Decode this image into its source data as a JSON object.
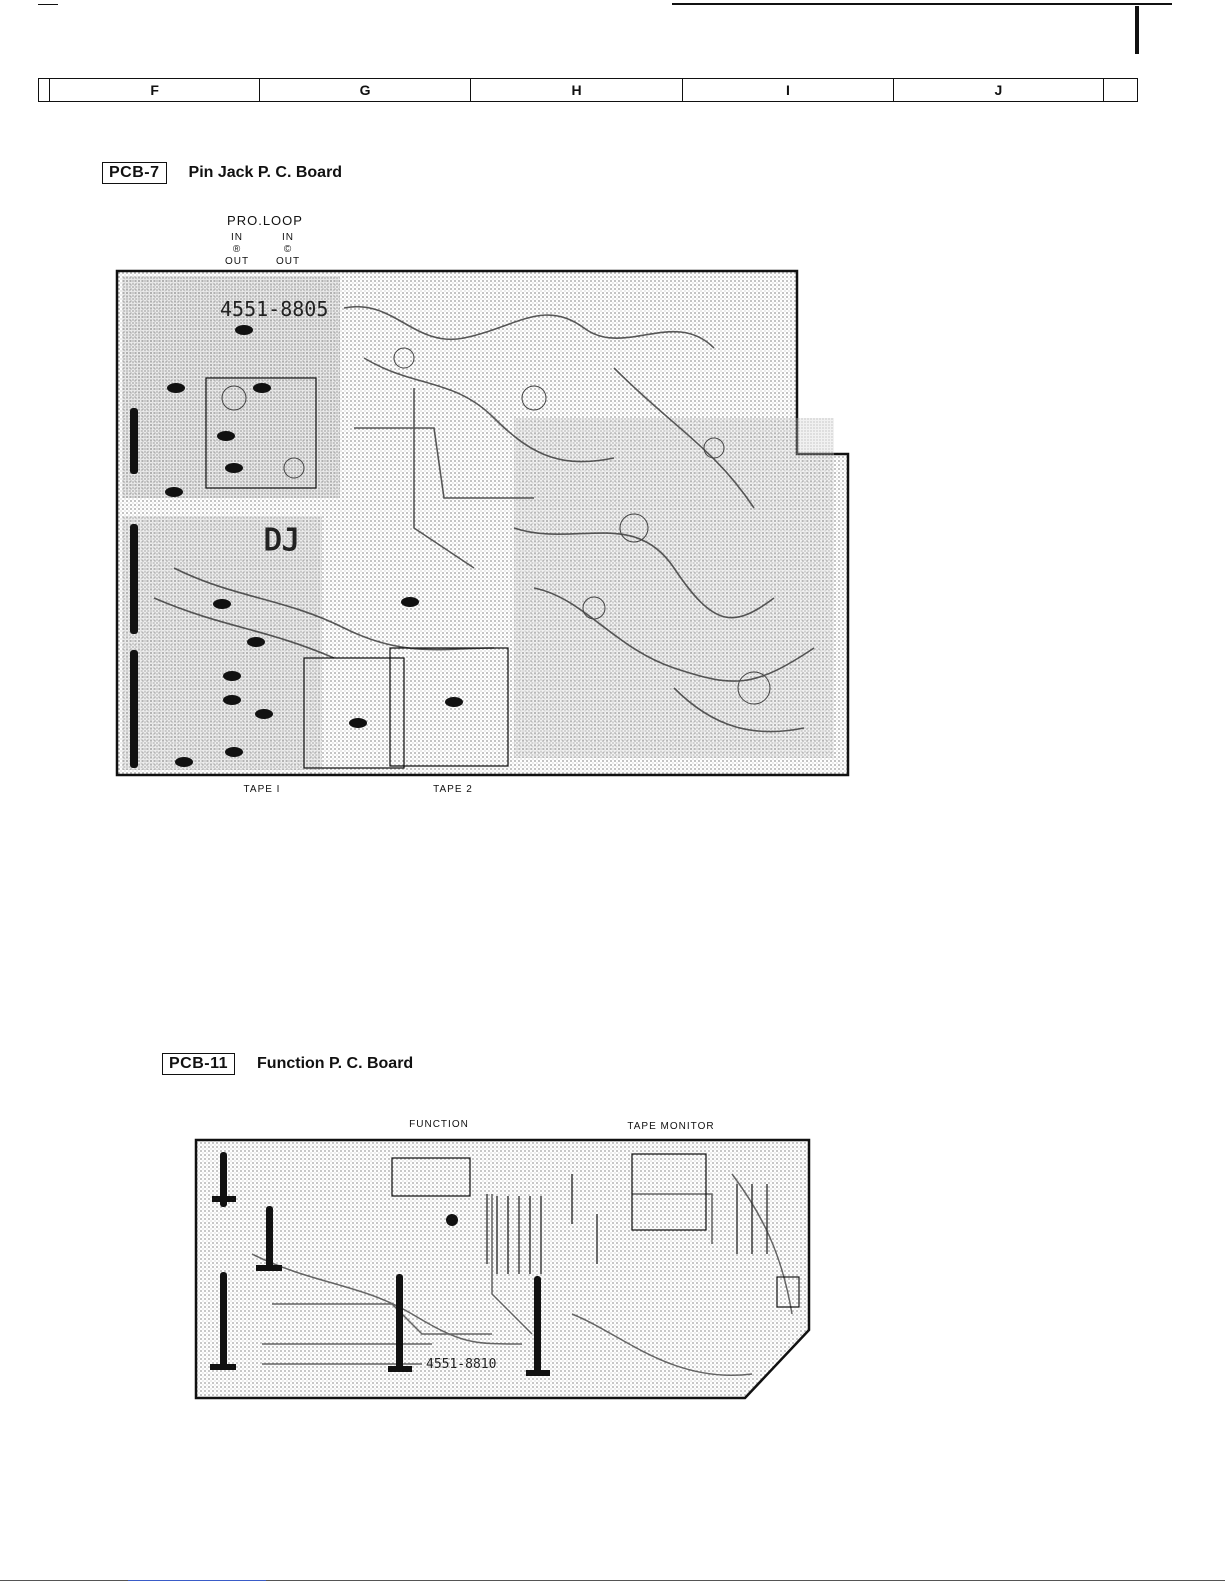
{
  "column_ruler": [
    "F",
    "G",
    "H",
    "I",
    "J"
  ],
  "pcb7": {
    "tag": "PCB-7",
    "title": "Pin Jack P. C. Board",
    "pro_loop_label": "PRO.LOOP",
    "jack_in_left": "IN",
    "jack_in_right": "IN",
    "jack_r": "®",
    "jack_l": "©",
    "jack_out_left": "OUT",
    "jack_out_right": "OUT",
    "board_number": "4551-8805",
    "dj_mark": "DJ",
    "tape1_label": "TAPE I",
    "tape2_label": "TAPE 2"
  },
  "pcb11": {
    "tag": "PCB-11",
    "title": "Function P. C. Board",
    "function_label": "FUNCTION",
    "tape_monitor_label": "TAPE MONITOR",
    "board_number": "4551-8810"
  }
}
